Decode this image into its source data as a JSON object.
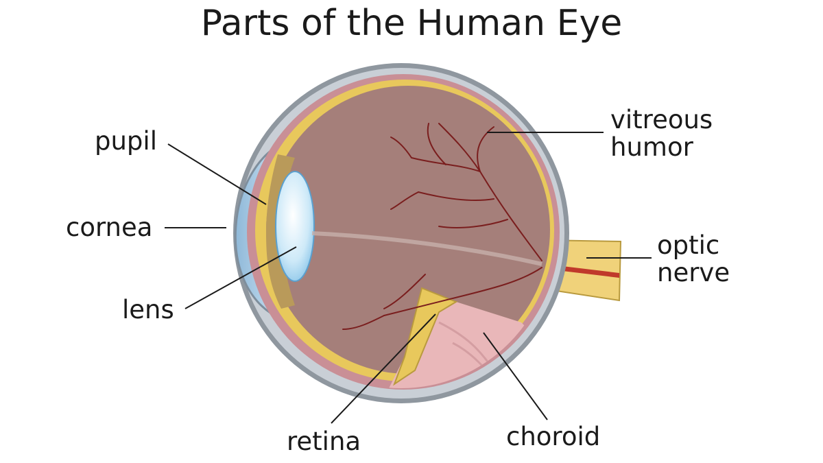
{
  "title": "Parts of the Human Eye",
  "labels": {
    "pupil": "pupil",
    "cornea": "cornea",
    "lens": "lens",
    "vitreous_line1": "vitreous",
    "vitreous_line2": "humor",
    "optic_line1": "optic",
    "optic_line2": "nerve",
    "retina": "retina",
    "choroid": "choroid"
  },
  "colors": {
    "sclera_outer": "#8f979f",
    "sclera_inner": "#c9cfd6",
    "choroid": "#c98f96",
    "retina": "#e8c85c",
    "vitreous": "#a57f7a",
    "lens": "#bfe3f7",
    "cornea": "#cfe5f5",
    "vessel": "#7a1e1e",
    "nerve": "#f0d27a",
    "nerve_core": "#c0392b"
  }
}
